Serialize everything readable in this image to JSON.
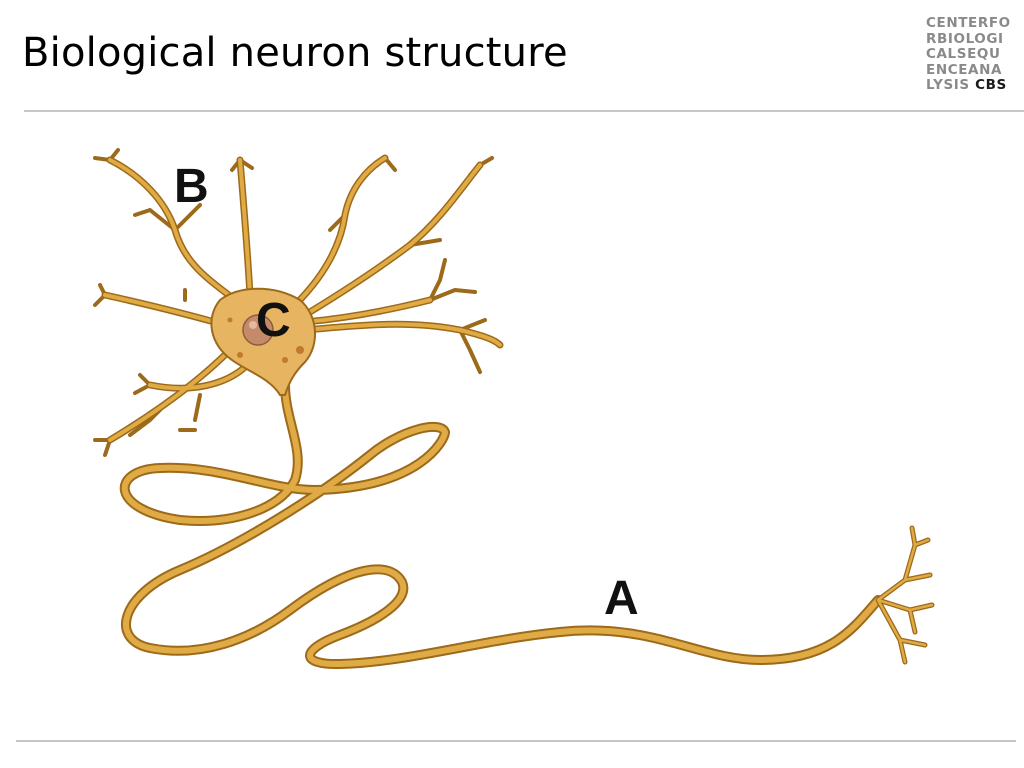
{
  "slide": {
    "title": "Biological neuron structure"
  },
  "logo": {
    "lines": [
      "CENTERFO",
      "RBIOLOGI",
      "CALSEQU",
      "ENCEANA",
      "LYSIS"
    ],
    "emphasis": "CBS"
  },
  "diagram": {
    "labels": {
      "a": "A",
      "b": "B",
      "c": "C"
    }
  },
  "colors": {
    "neuron_fill": "#e0aa45",
    "neuron_edge": "#9c6a1a",
    "soma_fill": "#e7b461",
    "nucleus": "#c48a6a",
    "rule": "#c6c6c6"
  }
}
